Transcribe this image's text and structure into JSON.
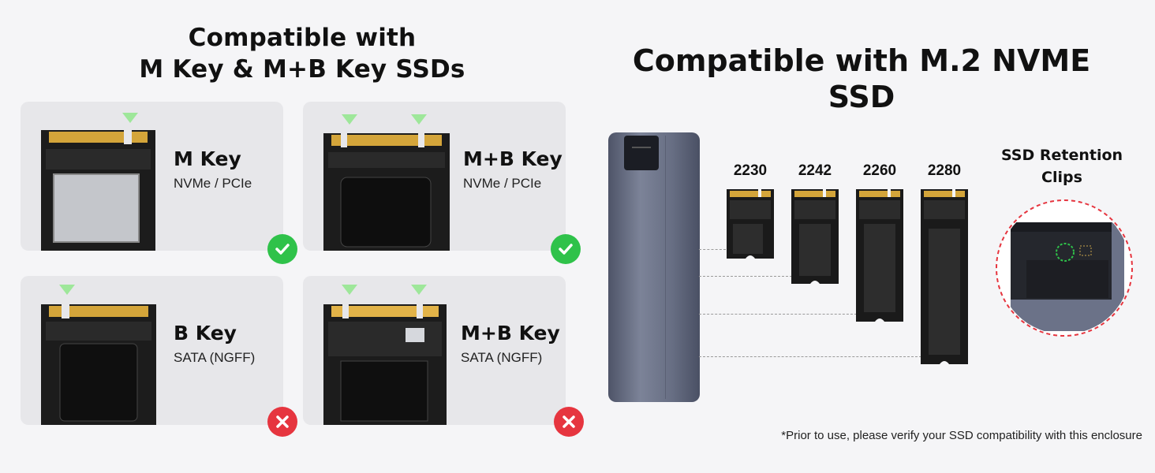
{
  "left_heading": {
    "line1": "Compatible with",
    "line2": "M Key & M+B Key SSDs"
  },
  "right_heading": "Compatible with M.2 NVME SSD",
  "cards": [
    {
      "title": "M Key",
      "subtitle": "NVMe / PCIe",
      "status": "compatible"
    },
    {
      "title": "M+B Key",
      "subtitle": "NVMe / PCIe",
      "status": "compatible"
    },
    {
      "title": "B Key",
      "subtitle": "SATA (NGFF)",
      "status": "incompatible"
    },
    {
      "title": "M+B Key",
      "subtitle": "SATA (NGFF)",
      "status": "incompatible"
    }
  ],
  "sizes": [
    "2230",
    "2242",
    "2260",
    "2280"
  ],
  "retention": {
    "line1": "SSD Retention",
    "line2": "Clips"
  },
  "footnote": "*Prior to use, please verify your SSD compatibility with this enclosure",
  "colors": {
    "check": "#2fc24a",
    "cross": "#e6353f",
    "notch_marker": "#9ee79a",
    "card_bg": "#e7e7ea",
    "enclosure": "#6b7288",
    "highlight_circle": "#e6353f"
  },
  "icons": {
    "compatible": "check-circle-icon",
    "incompatible": "x-circle-icon"
  }
}
